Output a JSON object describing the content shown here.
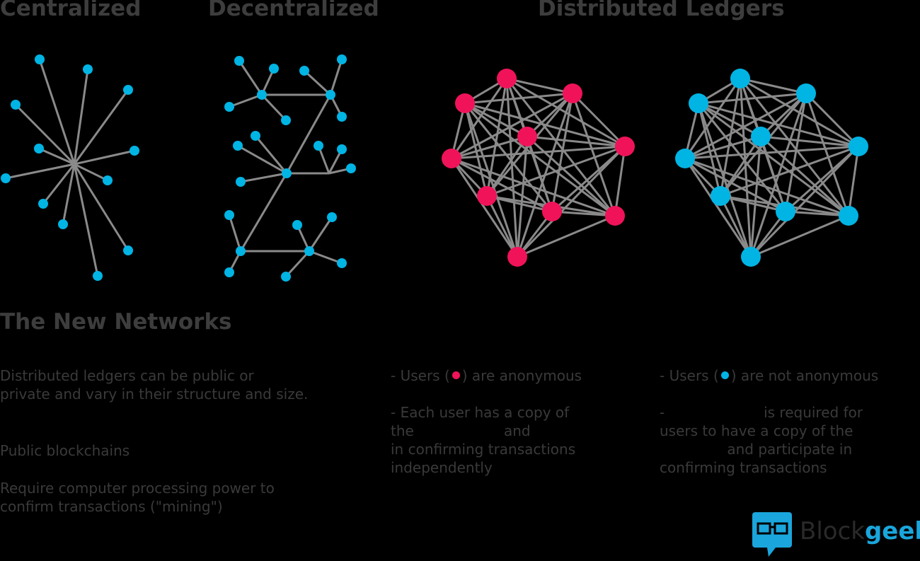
{
  "titles": {
    "centralized": "Centralized",
    "decentralized": "Decentralized",
    "distributed": "Distributed Ledgers"
  },
  "colors": {
    "cyan": "#00b4e4",
    "pink": "#f0135a",
    "edge": "#8a8a8a",
    "text": "#3a3a3a"
  },
  "heading": "The New Networks",
  "left_text": {
    "intro_line1": "Distributed ledgers can be public or",
    "intro_line2": "private and vary in their structure and size.",
    "public": "Public blockchains",
    "require_line1": "Require computer processing power to",
    "require_line2": "confirm transactions (\"mining\")"
  },
  "public_col": {
    "users_prefix": "- Users (",
    "users_suffix": ") are anonymous",
    "copy_line1": "- Each user has a copy of",
    "copy_line2": "the                    and",
    "copy_line3": "in confirming transactions",
    "copy_line4": "independently"
  },
  "private_col": {
    "users_prefix": "- Users (",
    "users_suffix": ") are  not anonymous",
    "perm_line1": "-                      is required for",
    "perm_line2": "users to have a copy of the",
    "perm_line3": "               and participate in",
    "perm_line4": "confirming transactions"
  },
  "logo": {
    "part1": "Block",
    "part2": "geeks",
    "icon": "chat-glasses-icon"
  }
}
